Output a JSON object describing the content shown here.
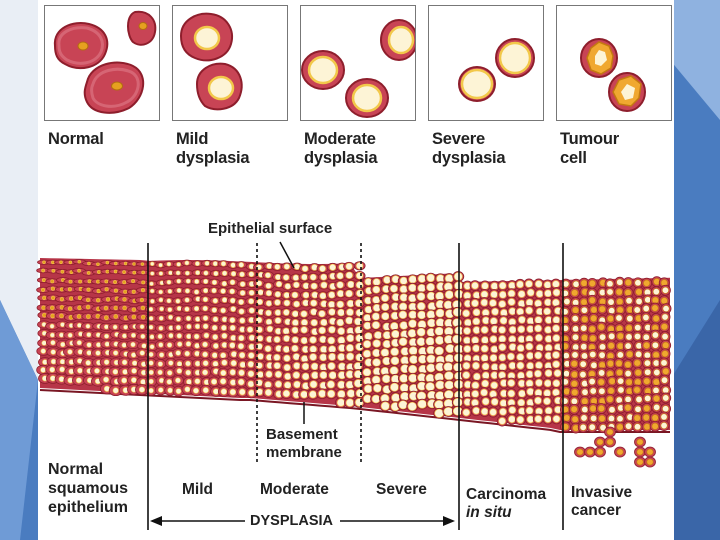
{
  "panels": [
    {
      "id": "normal",
      "label_lines": [
        "Normal"
      ]
    },
    {
      "id": "mild",
      "label_lines": [
        "Mild",
        "dysplasia"
      ]
    },
    {
      "id": "moderate",
      "label_lines": [
        "Moderate",
        "dysplasia"
      ]
    },
    {
      "id": "severe",
      "label_lines": [
        "Severe",
        "dysplasia"
      ]
    },
    {
      "id": "tumour",
      "label_lines": [
        "Tumour",
        "cell"
      ]
    }
  ],
  "labels": {
    "epithelial_surface": "Epithelial surface",
    "basement_line1": "Basement",
    "basement_line2": "membrane",
    "normal_line1": "Normal",
    "normal_line2": "squamous",
    "normal_line3": "epithelium",
    "mild": "Mild",
    "moderate": "Moderate",
    "severe": "Severe",
    "carcinoma": "Carcinoma",
    "in_situ": "in situ",
    "invasive": "Invasive",
    "cancer": "cancer",
    "dysplasia": "DYSPLASIA"
  },
  "colors": {
    "cell_fill": "#c84455",
    "cell_edge": "#8e1e2c",
    "nucleus_normal": "#e6a020",
    "nucleus_pale": "#fdf4d6",
    "nucleus_rim": "#f2c84a",
    "tumour_nucleus": "#f0a830",
    "background_blue": "#4a7cc0"
  }
}
